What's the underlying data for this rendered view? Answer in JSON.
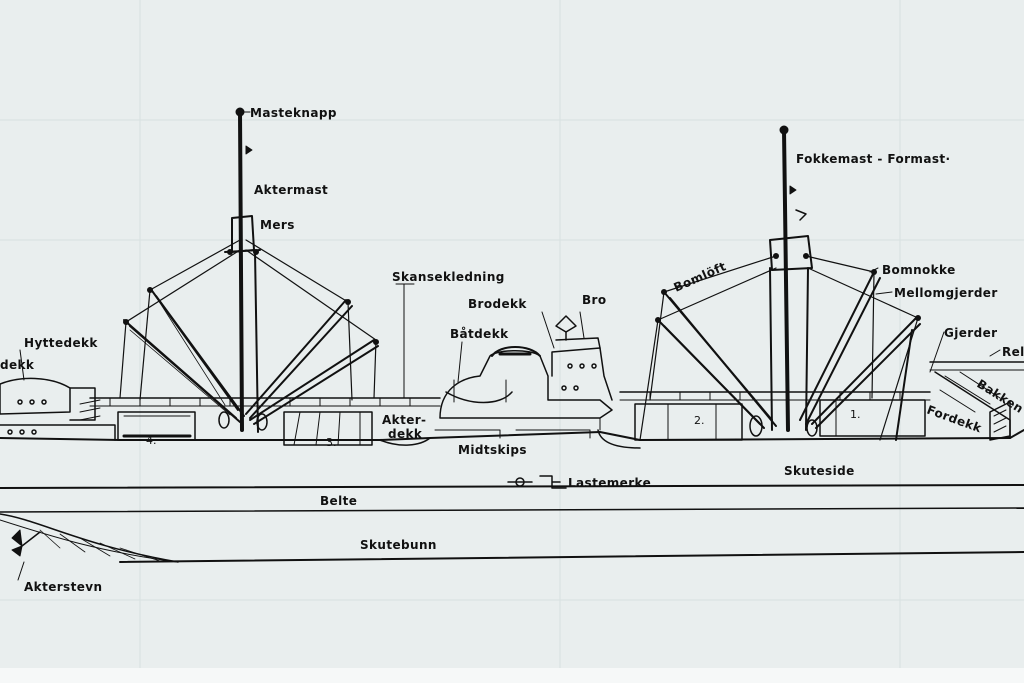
{
  "labels": {
    "masteknapp": "Masteknapp",
    "aktermast": "Aktermast",
    "mers": "Mers",
    "fokkemast": "Fokkemast - Formast·",
    "skansekledning": "Skansekledning",
    "brodekk": "Brodekk",
    "bro": "Bro",
    "batdekk": "Båtdekk",
    "bomloft": "Bomlöft",
    "bomnokke": "Bomnokke",
    "mellomgjerder": "Mellomgjerder",
    "gjerder": "Gjerder",
    "rel": "Rel",
    "hyttedekk": "Hyttedekk",
    "dekk_edge": "dekk",
    "akterdekk_1": "Akter-",
    "akterdekk_2": "dekk",
    "midtskips": "Midtskips",
    "skuteside": "Skuteside",
    "lastemerke": "Lastemerke",
    "belte": "Belte",
    "skutebunn": "Skutebunn",
    "akterstevn": "Akterstevn",
    "bakken": "Bakken",
    "fordekk": "Fordekk"
  },
  "hatch_numbers": {
    "h1": "1.",
    "h2": "2.",
    "h3": "3.",
    "h4": "4."
  },
  "colors": {
    "paper": "#e9eeee",
    "ink": "#111111"
  }
}
